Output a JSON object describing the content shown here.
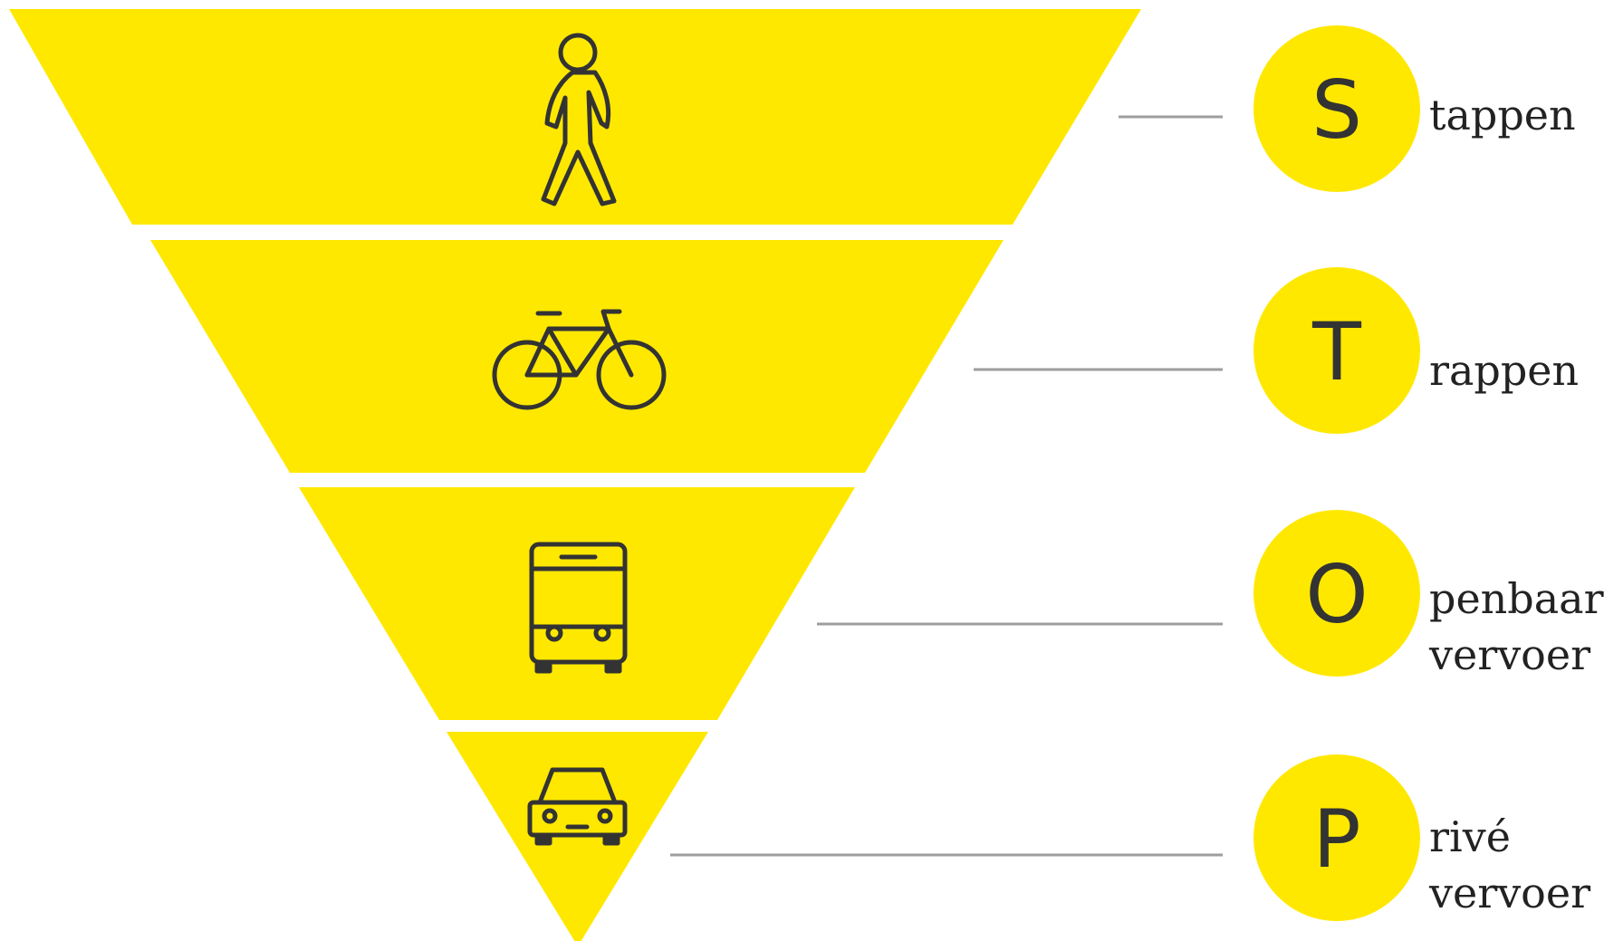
{
  "colors": {
    "accent": "#FFE800",
    "icon_stroke": "#333333",
    "connector": "#9E9E9E",
    "text": "#222222"
  },
  "tiers": [
    {
      "icon": "pedestrian-icon",
      "letter": "S",
      "label_lines": [
        "tappen"
      ]
    },
    {
      "icon": "bicycle-icon",
      "letter": "T",
      "label_lines": [
        "rappen"
      ]
    },
    {
      "icon": "bus-icon",
      "letter": "O",
      "label_lines": [
        "penbaar",
        "vervoer"
      ]
    },
    {
      "icon": "car-icon",
      "letter": "P",
      "label_lines": [
        "rivé",
        "vervoer"
      ]
    }
  ]
}
